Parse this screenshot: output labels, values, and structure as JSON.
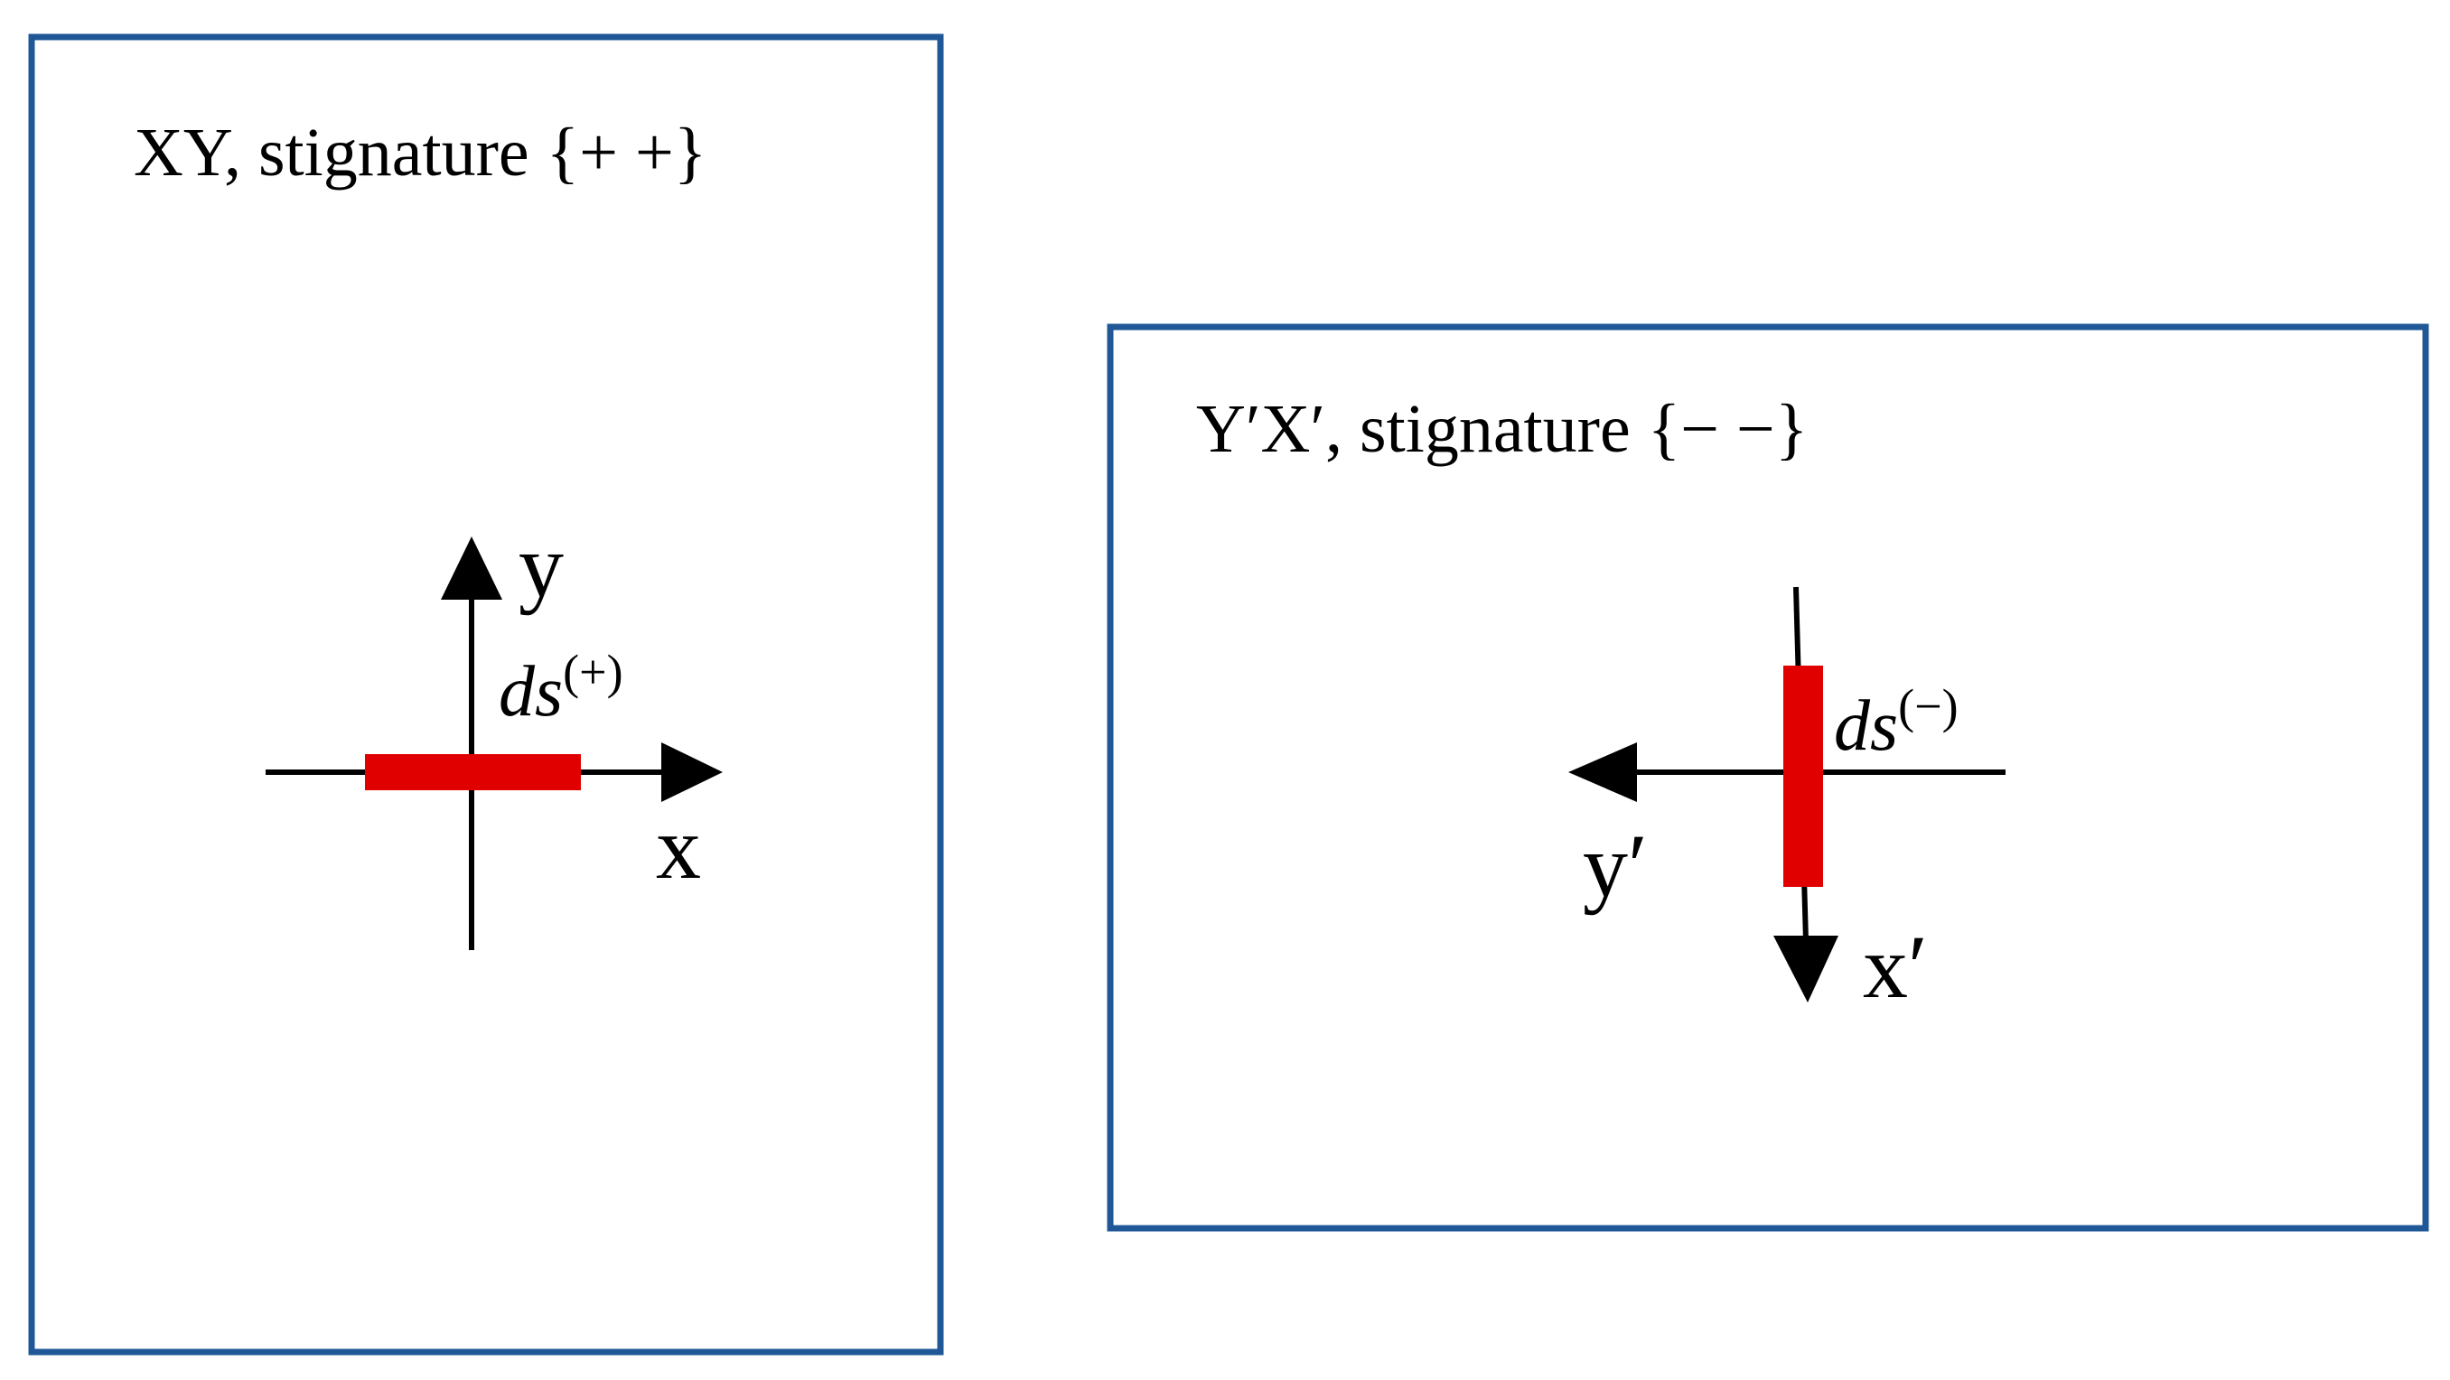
{
  "colors": {
    "frame": "#1f5797",
    "segment": "#e00000",
    "axis": "#000000"
  },
  "panels": [
    {
      "title": "XY, stignature {+ +}",
      "x_label": "x",
      "y_label": "y",
      "ds_base": "ds",
      "ds_sup": "(+)"
    },
    {
      "title": "Y′X′, stignature {− −}",
      "x_label": "x′",
      "y_label": "y′",
      "ds_base": "ds",
      "ds_sup": "(−)"
    }
  ]
}
